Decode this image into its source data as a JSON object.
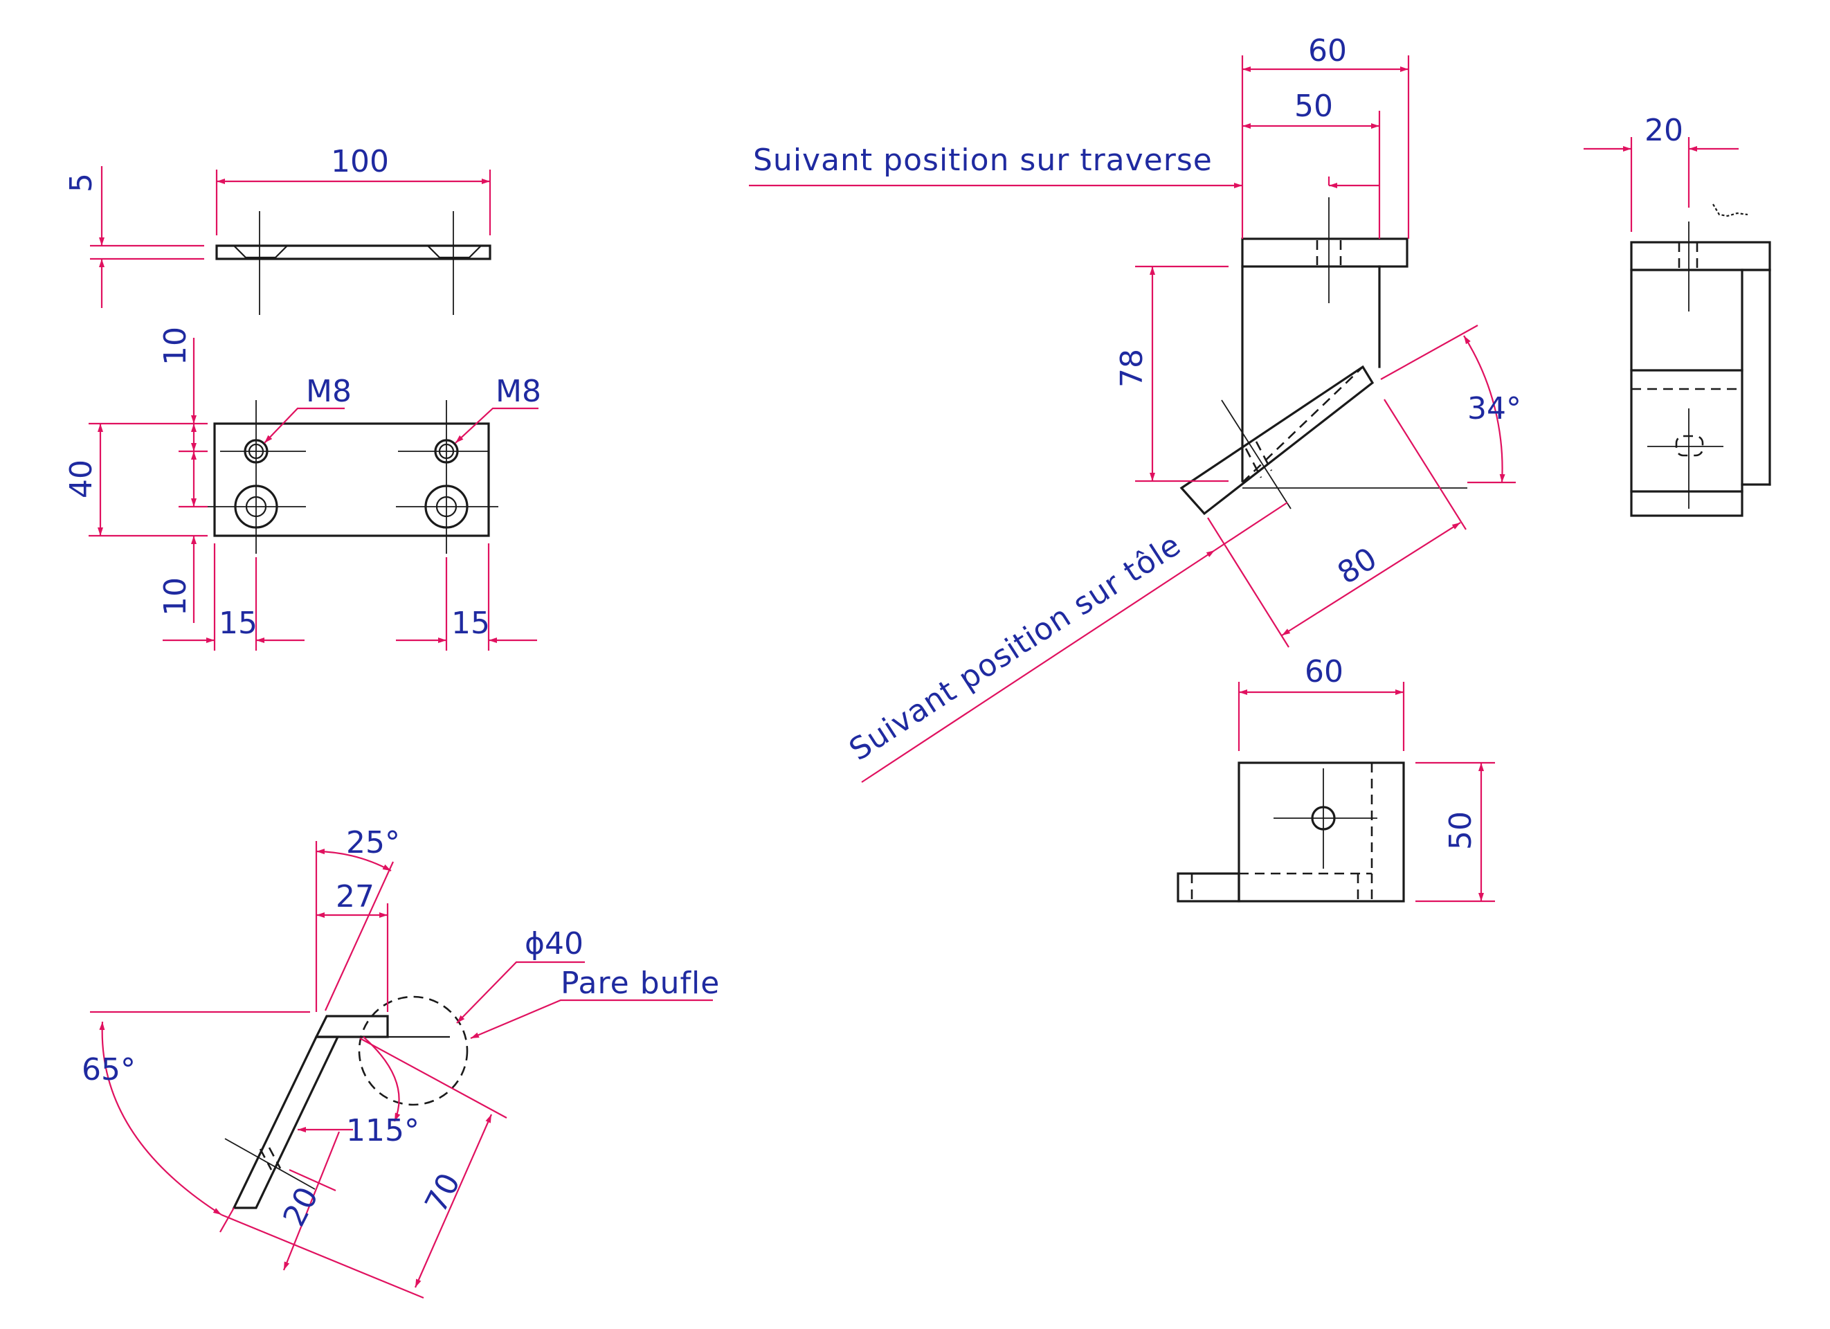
{
  "colors": {
    "dimension": "#e0115f",
    "text": "#1f2aa0",
    "outline": "#1a1a1a"
  },
  "dims": {
    "d100": "100",
    "d5": "5",
    "d10a": "10",
    "d40": "40",
    "d10b": "10",
    "d15a": "15",
    "d15b": "15",
    "m8a": "M8",
    "m8b": "M8",
    "d60top": "60",
    "d50top": "50",
    "d20": "20",
    "d78": "78",
    "a34": "34°",
    "d80": "80",
    "d60bot": "60",
    "d50side": "50",
    "a25": "25°",
    "d27": "27",
    "phi40": "ϕ40",
    "a65": "65°",
    "a115": "115°",
    "d20b": "20",
    "d70": "70"
  },
  "notes": {
    "traverse": "Suivant position sur traverse",
    "tole": "Suivant position sur tôle",
    "pare": "Pare bufle"
  }
}
